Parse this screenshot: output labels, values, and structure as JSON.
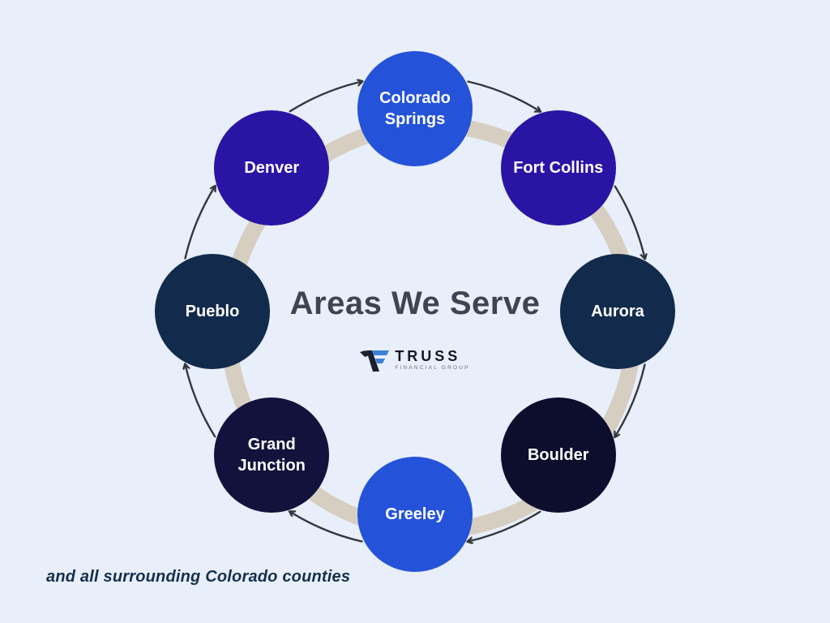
{
  "title": "Areas We Serve",
  "footnote": "and all surrounding Colorado counties",
  "logo": {
    "name": "TRUSS",
    "subtitle": "FINANCIAL GROUP",
    "icon": "truss-logo-icon",
    "icon_blue": "#3b82d6",
    "icon_dark": "#1a2030"
  },
  "colors": {
    "background": "#e9eefb",
    "ring": "#d6cfc1",
    "arrow": "#34373c",
    "title": "#3e4450",
    "footnote": "#14304b",
    "city_text": "#ffffff"
  },
  "cities": [
    {
      "label": "Colorado Springs",
      "color": "#2452d9",
      "angle": 0
    },
    {
      "label": "Fort Collins",
      "color": "#2a14a4",
      "angle": 45
    },
    {
      "label": "Aurora",
      "color": "#122a4c",
      "angle": 90
    },
    {
      "label": "Boulder",
      "color": "#0d0d2e",
      "angle": 135
    },
    {
      "label": "Greeley",
      "color": "#2452d9",
      "angle": 180
    },
    {
      "label": "Grand Junction",
      "color": "#12123c",
      "angle": 225
    },
    {
      "label": "Pueblo",
      "color": "#122a4c",
      "angle": 270
    },
    {
      "label": "Denver",
      "color": "#2a14a4",
      "angle": 315
    }
  ]
}
